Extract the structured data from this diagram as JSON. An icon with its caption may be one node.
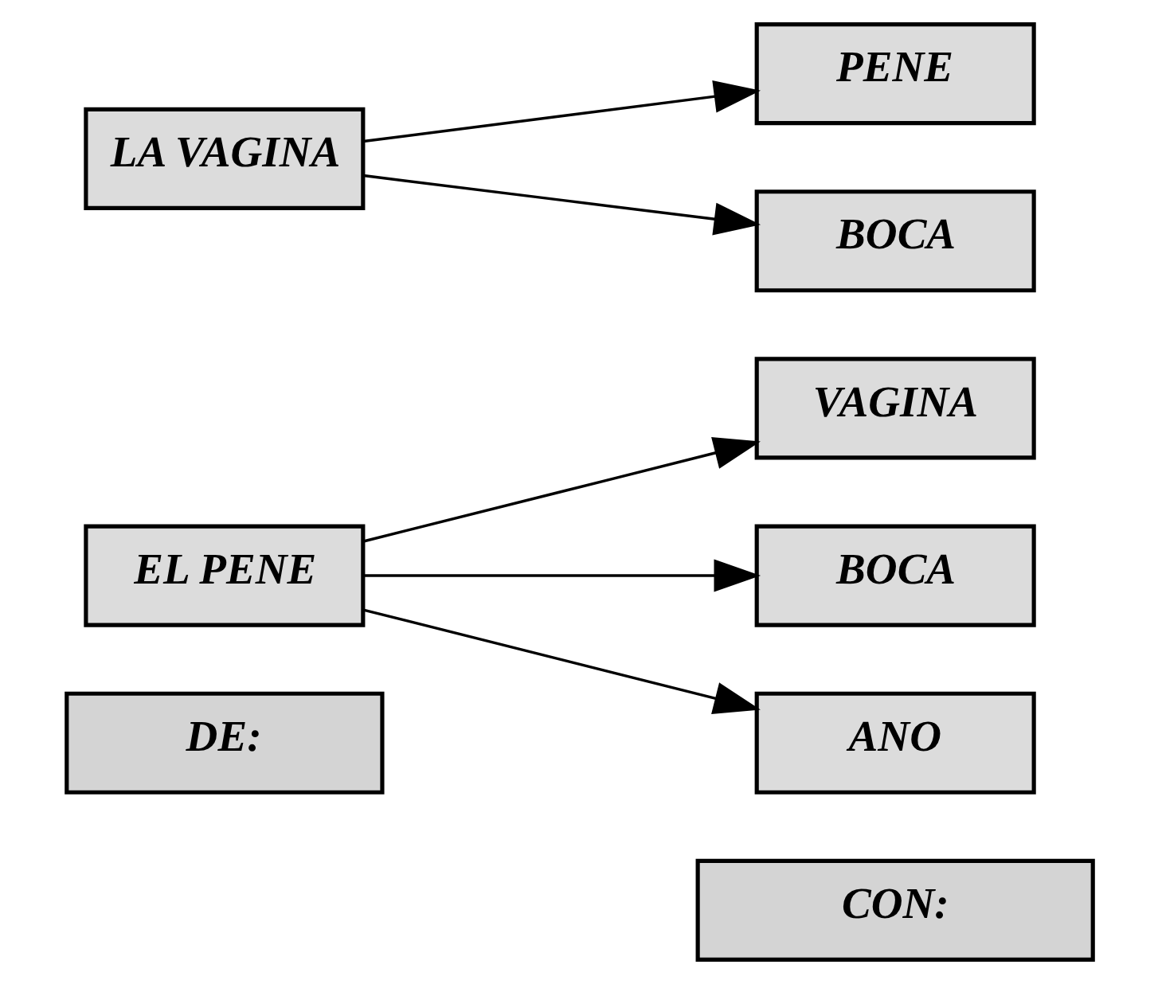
{
  "diagram": {
    "nodes": [
      {
        "text": [
          "DE:"
        ]
      },
      {
        "text": [
          "CON:"
        ]
      },
      {
        "text": [
          "EL PENE"
        ]
      },
      {
        "text": [
          "VAGINA"
        ]
      },
      {
        "text": [
          "BOCA"
        ]
      },
      {
        "text": [
          "ANO"
        ]
      },
      {
        "text": [
          "LA VAGINA"
        ]
      },
      {
        "text": [
          "PENE"
        ]
      },
      {
        "text": [
          "BOCA"
        ]
      }
    ],
    "edges": [
      {
        "from": 2,
        "to": 3,
        "arrow": "to"
      },
      {
        "from": 2,
        "to": 4,
        "arrow": "to"
      },
      {
        "from": 2,
        "to": 5,
        "arrow": "to"
      },
      {
        "from": 6,
        "to": 7,
        "arrow": "to"
      },
      {
        "from": 6,
        "to": 8,
        "arrow": "to"
      }
    ]
  }
}
